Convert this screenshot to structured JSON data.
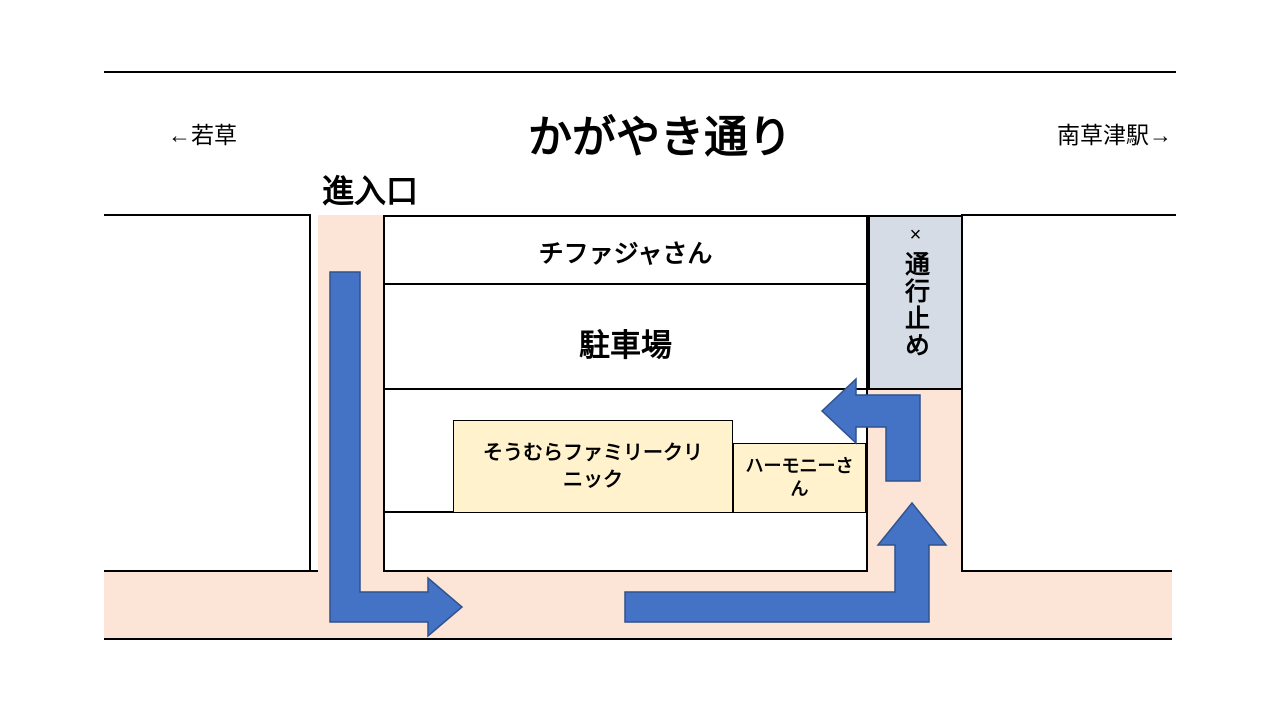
{
  "header": {
    "street_name": "かがやき通り",
    "left_direction": "←若草",
    "right_direction": "南草津駅→"
  },
  "entrance_label": "進入口",
  "buildings": {
    "chifaja": "チファジャさん",
    "parking": "駐車場",
    "clinic": "そうむらファミリークリニック",
    "harmony": "ハーモニーさん"
  },
  "road_closed": {
    "x_mark": "×",
    "label": "通行止め"
  },
  "colors": {
    "road_fill": "#fce4d6",
    "closed_fill": "#d6dce5",
    "building_fill": "#fff2cc",
    "arrow_fill": "#4472c4",
    "arrow_stroke": "#2f528f"
  }
}
